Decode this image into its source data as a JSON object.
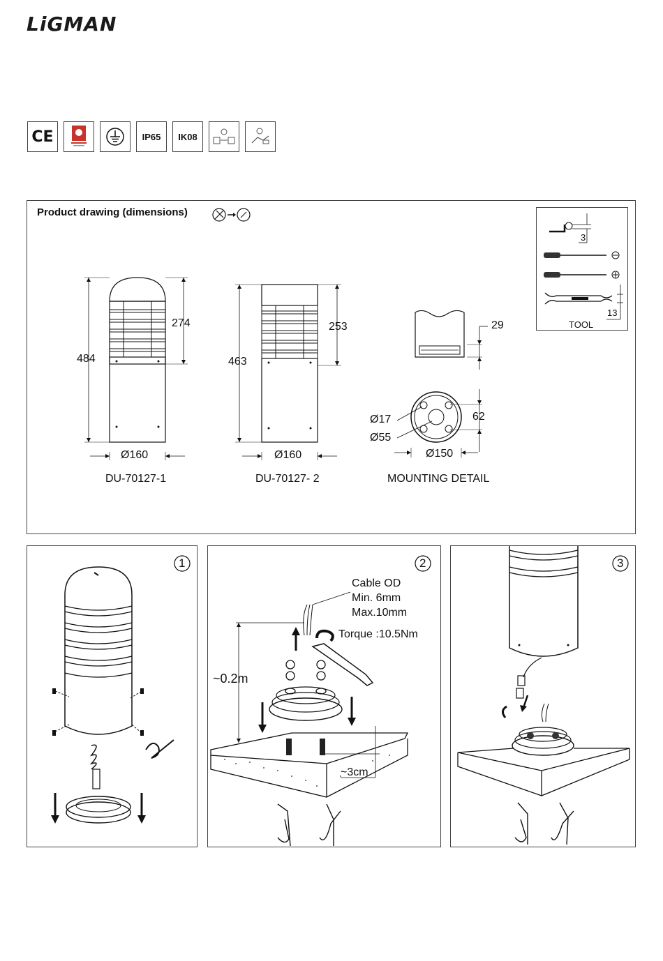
{
  "brand": "LiGMAN",
  "certifications": [
    {
      "label": "CE",
      "icon": "ce-mark-icon"
    },
    {
      "label": "",
      "icon": "quality-badge-icon"
    },
    {
      "label": "",
      "icon": "earth-ground-icon"
    },
    {
      "label": "IP65",
      "icon": ""
    },
    {
      "label": "IK08",
      "icon": ""
    },
    {
      "label": "",
      "icon": "installation-icon"
    },
    {
      "label": "",
      "icon": "electrician-icon"
    }
  ],
  "drawing": {
    "title": "Product drawing (dimensions)",
    "tool": {
      "label": "TOOL",
      "hex_key_size": "3",
      "wrench_size": "13"
    },
    "models": [
      {
        "code": "DU-70127-1",
        "height": "484",
        "head_height": "274",
        "diameter": "Ø160"
      },
      {
        "code": "DU-70127- 2",
        "height": "463",
        "head_height": "253",
        "diameter": "Ø160"
      }
    ],
    "mounting": {
      "label": "MOUNTING DETAIL",
      "base_height": "29",
      "ring_height": "62",
      "hole": "Ø17",
      "center": "Ø55",
      "diameter": "Ø150"
    }
  },
  "steps": [
    {
      "number": "1"
    },
    {
      "number": "2",
      "cable_od": "Cable OD",
      "cable_min": "Min. 6mm",
      "cable_max": "Max.10mm",
      "torque": "Torque :10.5Nm",
      "length": "~0.2m",
      "depth": "~3cm"
    },
    {
      "number": "3"
    }
  ]
}
